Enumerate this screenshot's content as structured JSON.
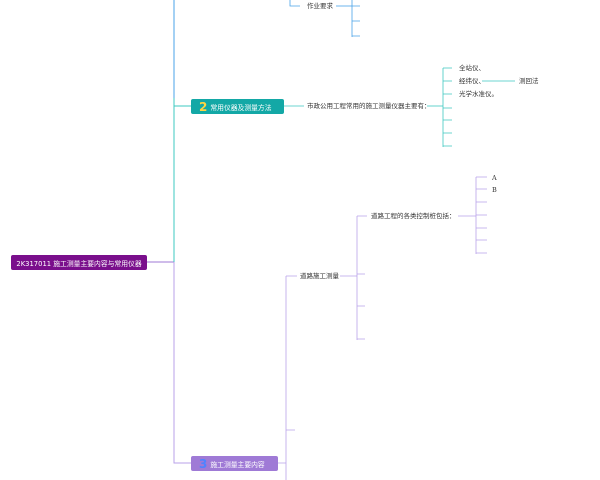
{
  "root": {
    "label": "2K317011 施工测量主要内容与常用仪器"
  },
  "branch1": {
    "child_label": "作业要求"
  },
  "branch2": {
    "number": "2",
    "label": "常用仪器及测量方法",
    "child": "市政公用工程常用的施工测量仪器主要有：",
    "instruments": [
      "全站仪、",
      "经纬仪、",
      "光学水准仪。"
    ],
    "method": "测回法"
  },
  "branch3": {
    "number": "3",
    "label": "施工测量主要内容",
    "child": "道路施工测量",
    "sub": "道路工程的各类控制桩包括：",
    "items": [
      "A",
      "B"
    ]
  },
  "colors": {
    "root": "#7a0f8c",
    "branch2": "#13a8a6",
    "branch3": "#9f7ad6",
    "line_blue": "#4aa3e8",
    "line_teal": "#3ec8c0",
    "line_purple": "#b9a2ea"
  }
}
